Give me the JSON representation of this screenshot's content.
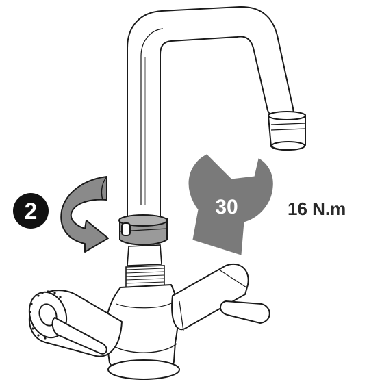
{
  "step": {
    "number": "2"
  },
  "wrench": {
    "size_label": "30"
  },
  "torque": {
    "label": "16 N.m"
  },
  "colors": {
    "outline": "#1a1a1a",
    "fill": "#ffffff",
    "arrow_fill": "#8a8a8a",
    "wrench_fill": "#7a7a7a",
    "badge_fill": "#111111",
    "badge_text": "#ffffff",
    "ring_fill": "#9a9a9a"
  },
  "icons": {
    "step_badge": "step-number-badge-icon",
    "rotate_arrow": "rotate-clockwise-arrow-icon",
    "wrench": "open-end-wrench-icon"
  }
}
